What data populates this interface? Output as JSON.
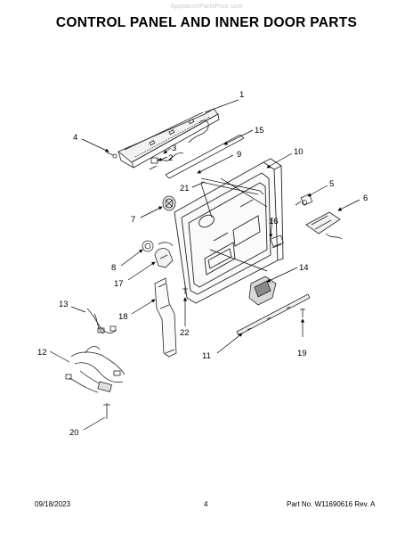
{
  "watermark": "AppliancePartsPros.com",
  "title": "CONTROL PANEL AND INNER DOOR PARTS",
  "callouts": [
    "1",
    "2",
    "3",
    "4",
    "5",
    "6",
    "7",
    "8",
    "9",
    "10",
    "11",
    "12",
    "13",
    "14",
    "15",
    "16",
    "17",
    "18",
    "19",
    "20",
    "21",
    "22"
  ],
  "footer": {
    "date": "09/18/2023",
    "page": "4",
    "part_no": "Part No. W11690616  Rev. A"
  }
}
